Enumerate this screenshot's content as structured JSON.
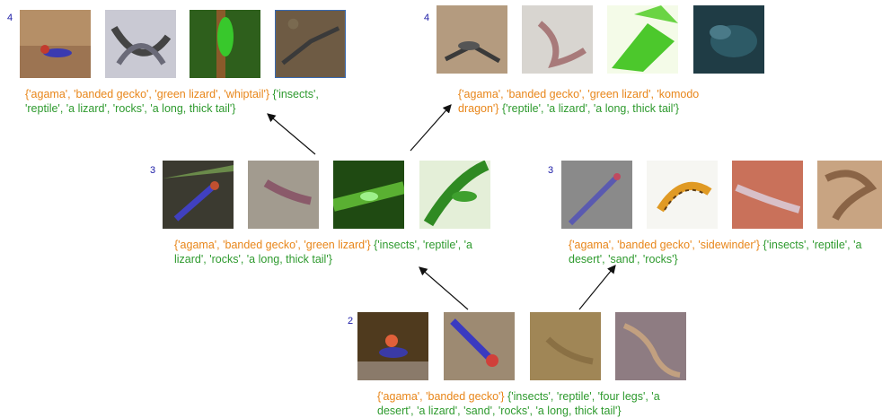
{
  "colors": {
    "level": "#1a1aa6",
    "orange_text": "#e8861a",
    "green_text": "#2e9a2e",
    "arrow": "#111111"
  },
  "nodes": {
    "top_left": {
      "level": "4",
      "orange": "{'agama', 'banded gecko', 'green lizard', 'whiptail'}",
      "green_a": " {'insects',",
      "green_b": "'reptile', 'a lizard', 'rocks', 'a long, thick tail'}"
    },
    "top_right": {
      "level": "4",
      "orange": "{'agama', 'banded gecko', 'green lizard', 'komodo",
      "orange_b": "dragon'}",
      "green": " {'reptile', 'a lizard', 'a long, thick tail'}"
    },
    "mid_left": {
      "level": "3",
      "orange": "{'agama', 'banded gecko', 'green lizard'}",
      "green_a": " {'insects', 'reptile', 'a",
      "green_b": "lizard', 'rocks', 'a long, thick tail'}"
    },
    "mid_right": {
      "level": "3",
      "orange": "{'agama', 'banded gecko', 'sidewinder'}",
      "green_a": " {'insects', 'reptile', 'a",
      "green_b": "desert', 'sand', 'rocks'}"
    },
    "bottom": {
      "level": "2",
      "orange": "{'agama', 'banded gecko'}",
      "green_a": " {'insects', 'reptile', 'four legs', 'a",
      "green_b": "desert', 'a lizard', 'sand', 'rocks', 'a long, thick tail'}"
    }
  }
}
